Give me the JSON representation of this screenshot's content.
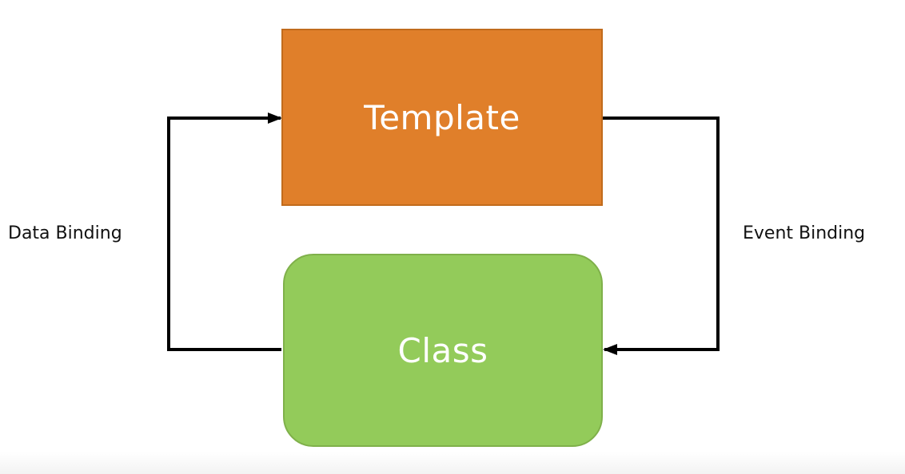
{
  "nodes": {
    "template": {
      "label": "Template",
      "fill": "#e07f2a"
    },
    "class": {
      "label": "Class",
      "fill": "#93cb5a"
    }
  },
  "edges": {
    "data_binding": {
      "label": "Data Binding",
      "from": "class",
      "to": "template"
    },
    "event_binding": {
      "label": "Event Binding",
      "from": "template",
      "to": "class"
    }
  },
  "colors": {
    "connector": "#000000",
    "background": "#ffffff"
  }
}
